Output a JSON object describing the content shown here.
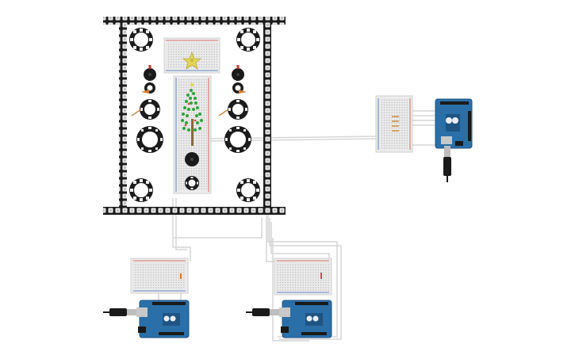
{
  "view": {
    "name": "circuit-canvas",
    "theme": {
      "strip_black": "#1c1c1c",
      "pixel_white": "#f2f2f2",
      "breadboard": "#ebebeb",
      "breadboard_hole": "#a9a9a9",
      "rail_red": "#d24b3d",
      "rail_blue": "#3a66b8",
      "wire_gray": "#cfcfcf",
      "arduino_blue": "#2a6fa8",
      "arduino_dark": "#1f5482",
      "tree_green": "#2fa33a",
      "trunk_brown": "#8a6a3a",
      "star_yellow": "#d8c64a",
      "buzzer_black": "#1a1a1a",
      "resistor_tan": "#d6a365"
    }
  },
  "components": {
    "led_frame": {
      "name": "neopixel-strip-frame",
      "icon": "led-strip-icon"
    },
    "rings": [
      "neopixel-ring",
      "neopixel-ring",
      "neopixel-ring",
      "neopixel-ring"
    ],
    "buzzers": [
      "piezo-buzzer",
      "piezo-buzzer",
      "piezo-buzzer"
    ],
    "tree": {
      "name": "christmas-tree-leds",
      "icon": "tree-icon"
    },
    "star": {
      "name": "star-leds",
      "icon": "star-icon"
    },
    "arduinos": [
      "arduino-uno-1",
      "arduino-uno-2",
      "arduino-uno-3"
    ],
    "breadboards": [
      "breadboard-top",
      "breadboard-center",
      "breadboard-right",
      "breadboard-bottom-left",
      "breadboard-bottom-right"
    ]
  }
}
